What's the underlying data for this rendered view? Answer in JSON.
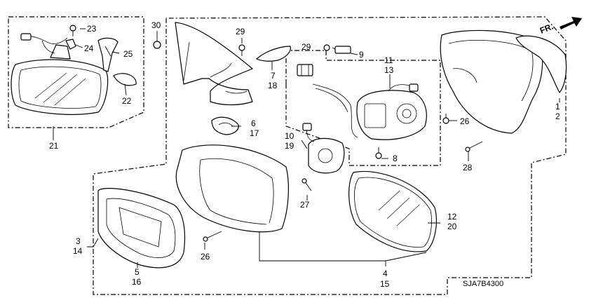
{
  "diagram": {
    "direction_label": "FR.",
    "drawing_code": "SJA7B4300",
    "labels": {
      "p1": "1",
      "p2": "2",
      "p3": "3",
      "p14": "14",
      "p4": "4",
      "p15": "15",
      "p5": "5",
      "p16": "16",
      "p6": "6",
      "p17": "17",
      "p7": "7",
      "p18": "18",
      "p8": "8",
      "p9": "9",
      "p10": "10",
      "p19": "19",
      "p11": "11",
      "p13": "13",
      "p12": "12",
      "p20": "20",
      "p21": "21",
      "p22": "22",
      "p23": "23",
      "p24": "24",
      "p25": "25",
      "p26a": "26",
      "p26b": "26",
      "p27": "27",
      "p28": "28",
      "p29a": "29",
      "p29b": "29",
      "p30": "30"
    }
  }
}
